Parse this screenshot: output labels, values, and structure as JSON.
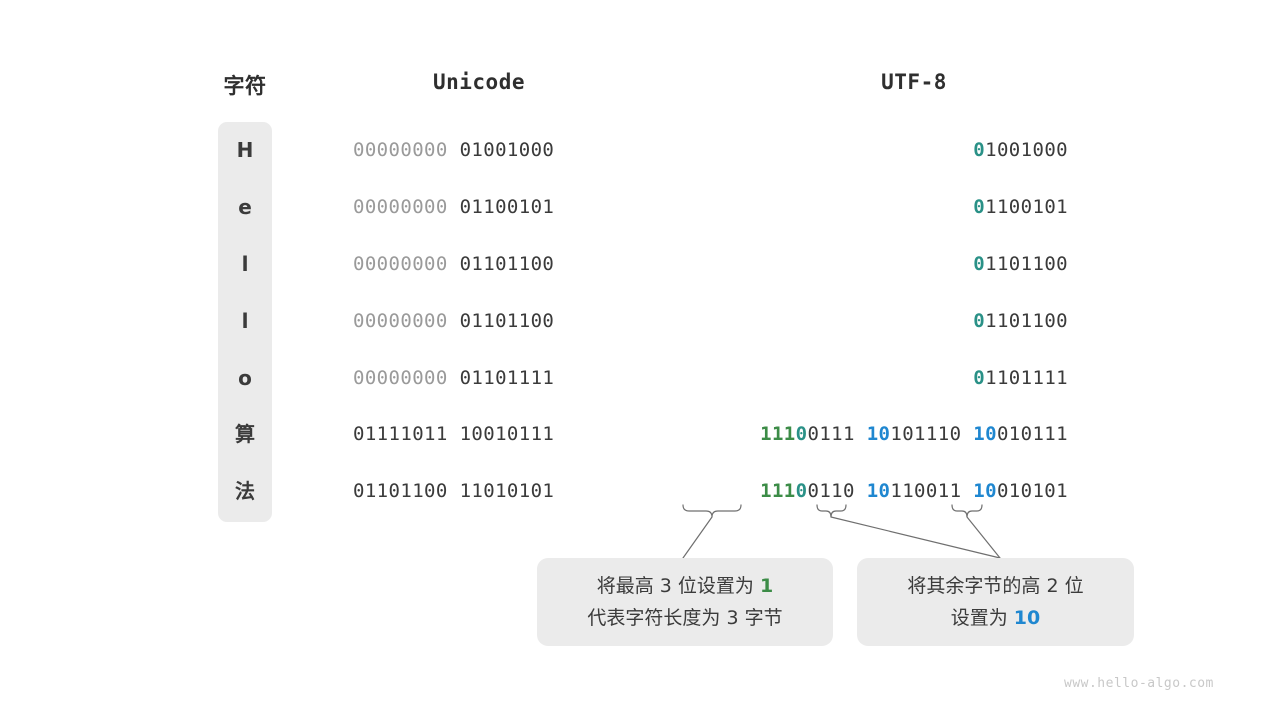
{
  "headers": {
    "character": "字符",
    "unicode": "Unicode",
    "utf8": "UTF-8"
  },
  "rows": [
    {
      "char": "H",
      "unicode_high": "00000000",
      "unicode_low": "01001000",
      "utf8_lead_marker": "0",
      "utf8_lead_rest": "1001000",
      "utf8_bytes": []
    },
    {
      "char": "e",
      "unicode_high": "00000000",
      "unicode_low": "01100101",
      "utf8_lead_marker": "0",
      "utf8_lead_rest": "1100101",
      "utf8_bytes": []
    },
    {
      "char": "l",
      "unicode_high": "00000000",
      "unicode_low": "01101100",
      "utf8_lead_marker": "0",
      "utf8_lead_rest": "1101100",
      "utf8_bytes": []
    },
    {
      "char": "l",
      "unicode_high": "00000000",
      "unicode_low": "01101100",
      "utf8_lead_marker": "0",
      "utf8_lead_rest": "1101100",
      "utf8_bytes": []
    },
    {
      "char": "o",
      "unicode_high": "00000000",
      "unicode_low": "01101111",
      "utf8_lead_marker": "0",
      "utf8_lead_rest": "1101111",
      "utf8_bytes": []
    },
    {
      "char": "算",
      "unicode_high": "01111011",
      "unicode_low": "10010111",
      "utf8_lead_prefix": "111",
      "utf8_lead_marker": "0",
      "utf8_lead_rest": "0111",
      "utf8_bytes": [
        {
          "marker": "10",
          "rest": "101110"
        },
        {
          "marker": "10",
          "rest": "010111"
        }
      ]
    },
    {
      "char": "法",
      "unicode_high": "01101100",
      "unicode_low": "11010101",
      "utf8_lead_prefix": "111",
      "utf8_lead_marker": "0",
      "utf8_lead_rest": "0110",
      "utf8_bytes": [
        {
          "marker": "10",
          "rest": "110011"
        },
        {
          "marker": "10",
          "rest": "010101"
        }
      ]
    }
  ],
  "callouts": {
    "left": {
      "line1_a": "将最高 3 位设置为 ",
      "line1_hl": "1",
      "line2": "代表字符长度为 3 字节"
    },
    "right": {
      "line1": "将其余字节的高 2 位",
      "line2_a": "设置为 ",
      "line2_hl": "10"
    }
  },
  "watermark": "www.hello-algo.com",
  "colors": {
    "panel": "#ebebeb",
    "text": "#3b3b3b",
    "dim": "#9a9a9a",
    "teal": "#2a9187",
    "green": "#3c8c47",
    "blue": "#1f87d0",
    "watermark": "#c8c8c8"
  }
}
